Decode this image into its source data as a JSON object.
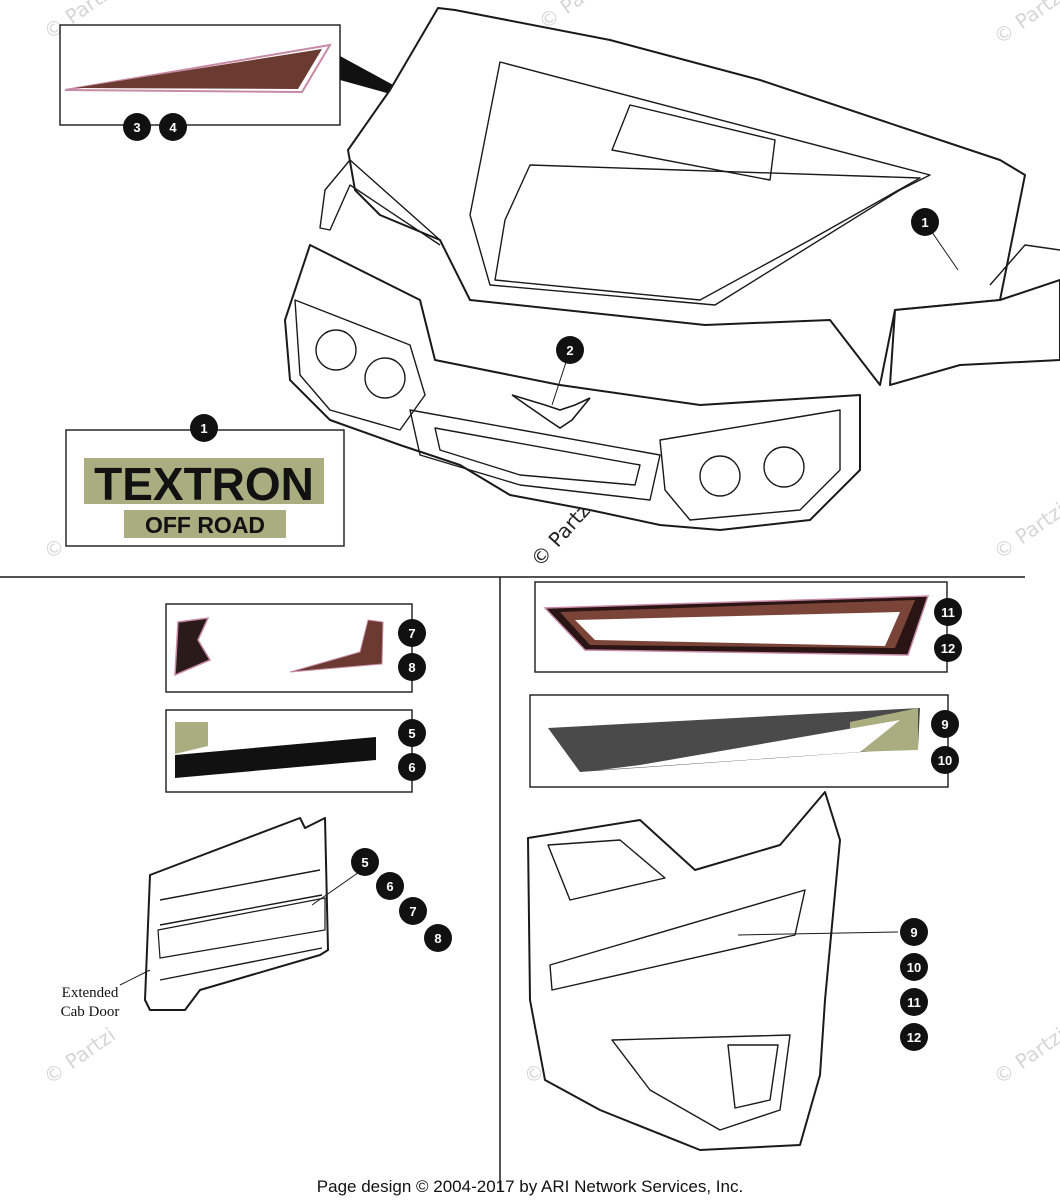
{
  "logo": {
    "line1": "TEXTRON",
    "line2": "OFF ROAD"
  },
  "callouts": {
    "c1_body": "1",
    "c1_logo": "1",
    "c2": "2",
    "c3": "3",
    "c4": "4",
    "c5_decal": "5",
    "c6_decal": "6",
    "c7_decal": "7",
    "c8_decal": "8",
    "c5_door": "5",
    "c6_door": "6",
    "c7_door": "7",
    "c8_door": "8",
    "c9_decal": "9",
    "c10_decal": "10",
    "c11_decal": "11",
    "c12_decal": "12",
    "c9_door": "9",
    "c10_door": "10",
    "c11_door": "11",
    "c12_door": "12"
  },
  "labels": {
    "extended_line1": "Extended",
    "extended_line2": "Cab Door"
  },
  "watermark": {
    "text": "© Partzilla.com",
    "corner": "© Partzi"
  },
  "footer": "Page design © 2004-2017 by ARI Network Services, Inc.",
  "colors": {
    "decal_brown": "#6b3a30",
    "decal_pink": "#c88aa6",
    "decal_olive": "#a9ad7f",
    "decal_gray": "#4a4a4a",
    "callout_fill": "#111111"
  }
}
